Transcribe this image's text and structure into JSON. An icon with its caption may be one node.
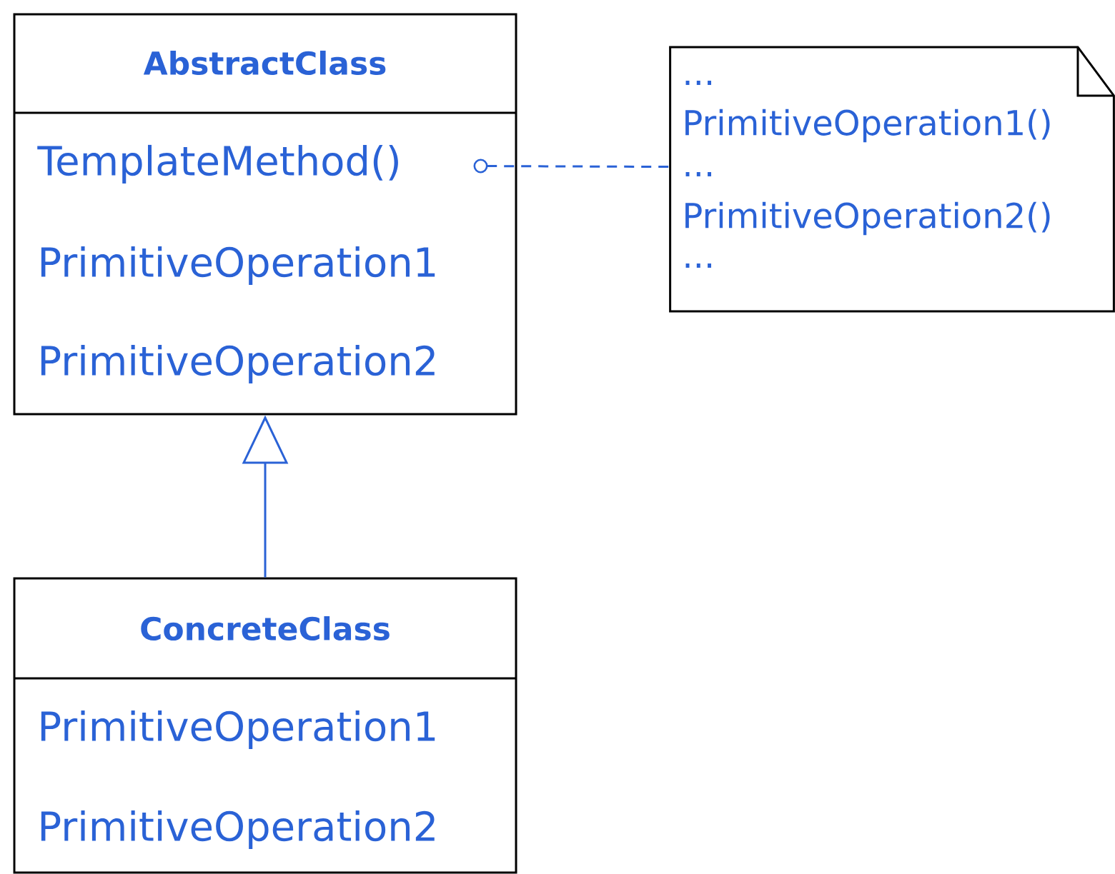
{
  "diagram": {
    "nodes": [
      {
        "text": [
          "AbstractClass",
          "TemplateMethod()",
          "PrimitiveOperation1",
          "PrimitiveOperation2"
        ]
      },
      {
        "text": [
          "...",
          "PrimitiveOperation1()",
          "...",
          "PrimitiveOperation2()",
          "..."
        ]
      },
      {
        "text": [
          "ConcreteClass",
          "PrimitiveOperation1",
          "PrimitiveOperation2"
        ]
      }
    ],
    "edges": [
      {
        "from": 0,
        "to": 1,
        "arrow": "other",
        "style": "dashed"
      },
      {
        "from": 2,
        "to": 0,
        "arrow": "to"
      }
    ]
  }
}
